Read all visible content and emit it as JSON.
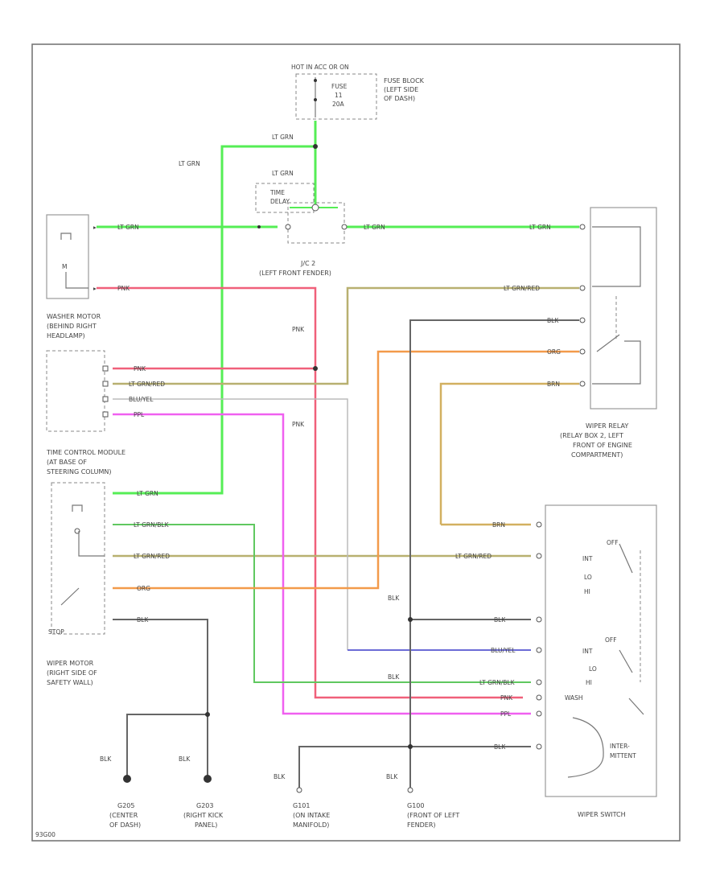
{
  "components": {
    "fuse_block": {
      "header": "HOT IN ACC OR ON",
      "fuse": "FUSE",
      "number": "11",
      "rating": "20A",
      "caption": [
        "FUSE BLOCK",
        "(LEFT SIDE",
        "OF DASH)"
      ]
    },
    "jc2": {
      "time": "TIME",
      "delay": "DELAY",
      "name": "J/C 2",
      "location": "(LEFT FRONT FENDER)"
    },
    "washer_motor": {
      "caption": [
        "WASHER MOTOR",
        "(BEHIND RIGHT",
        "HEADLAMP)"
      ],
      "symbol": "M"
    },
    "time_control_module": {
      "caption": [
        "TIME CONTROL MODULE",
        "(AT BASE OF",
        "STEERING COLUMN)"
      ]
    },
    "wiper_relay": {
      "caption": [
        "WIPER RELAY",
        "(RELAY BOX 2, LEFT",
        "FRONT OF ENGINE",
        "COMPARTMENT)"
      ]
    },
    "wiper_motor": {
      "caption": [
        "WIPER MOTOR",
        "(RIGHT SIDE OF",
        "SAFETY WALL)"
      ],
      "stop": "STOP"
    },
    "wiper_switch": {
      "caption": "WIPER SWITCH",
      "off": "OFF",
      "int": "INT",
      "lo": "LO",
      "hi": "HI",
      "washer": "WASH",
      "intermittent": [
        "INTER-",
        "MITTENT"
      ]
    }
  },
  "wires": {
    "lt_grn": "LT GRN",
    "pnk": "PNK",
    "lt_grn_red": "LT GRN/RED",
    "lt_grn_blk": "LT GRN/BLK",
    "blu_yel": "BLU/YEL",
    "ppl": "PPL",
    "blk": "BLK",
    "org": "ORG",
    "brn": "BRN"
  },
  "grounds": [
    {
      "id": "G205",
      "caption": [
        "G205",
        "(CENTER",
        "OF DASH)"
      ]
    },
    {
      "id": "G203",
      "caption": [
        "G203",
        "(RIGHT KICK",
        "PANEL)"
      ]
    },
    {
      "id": "G101",
      "caption": [
        "G101",
        "(ON INTAKE",
        "MANIFOLD)"
      ]
    },
    {
      "id": "G100",
      "caption": [
        "G100",
        "(FRONT OF LEFT",
        "FENDER)"
      ]
    }
  ],
  "colors": {
    "lt_grn": "#55ee55",
    "pnk": "#f0607a",
    "lt_grn_red": "#b8b070",
    "lt_grn_blk": "#60c860",
    "blu_yel": "#6b6bd6",
    "ppl": "#f060f0",
    "blk": "#666666",
    "org": "#f39a4a",
    "brn": "#d2b060"
  },
  "figure_id": "93G00"
}
